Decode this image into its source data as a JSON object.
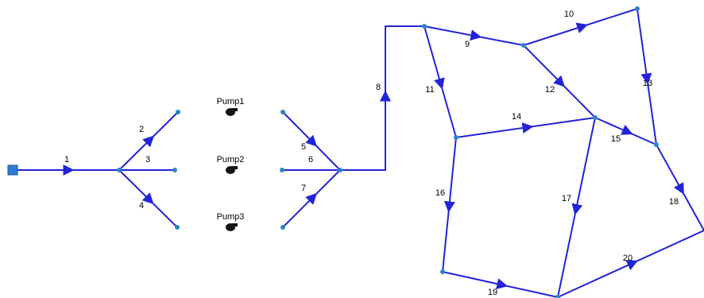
{
  "colors": {
    "pipe": "#2323d8",
    "node": "#2a86c4",
    "pump": "#141414",
    "reservoir": "#2a7fd4",
    "label": "#000000"
  },
  "links": [
    {
      "id": "1",
      "label": "1"
    },
    {
      "id": "2",
      "label": "2"
    },
    {
      "id": "3",
      "label": "3"
    },
    {
      "id": "4",
      "label": "4"
    },
    {
      "id": "5",
      "label": "5"
    },
    {
      "id": "6",
      "label": "6"
    },
    {
      "id": "7",
      "label": "7"
    },
    {
      "id": "8",
      "label": "8"
    },
    {
      "id": "9",
      "label": "9"
    },
    {
      "id": "10",
      "label": "10"
    },
    {
      "id": "11",
      "label": "11"
    },
    {
      "id": "12",
      "label": "12"
    },
    {
      "id": "13",
      "label": "13"
    },
    {
      "id": "14",
      "label": "14"
    },
    {
      "id": "15",
      "label": "15"
    },
    {
      "id": "16",
      "label": "16"
    },
    {
      "id": "17",
      "label": "17"
    },
    {
      "id": "18",
      "label": "18"
    },
    {
      "id": "19",
      "label": "19"
    },
    {
      "id": "20",
      "label": "20"
    }
  ],
  "pumps": [
    {
      "id": "pump1",
      "label": "Pump1"
    },
    {
      "id": "pump2",
      "label": "Pump2"
    },
    {
      "id": "pump3",
      "label": "Pump3"
    }
  ],
  "reservoir": {
    "icon": "reservoir-icon"
  }
}
